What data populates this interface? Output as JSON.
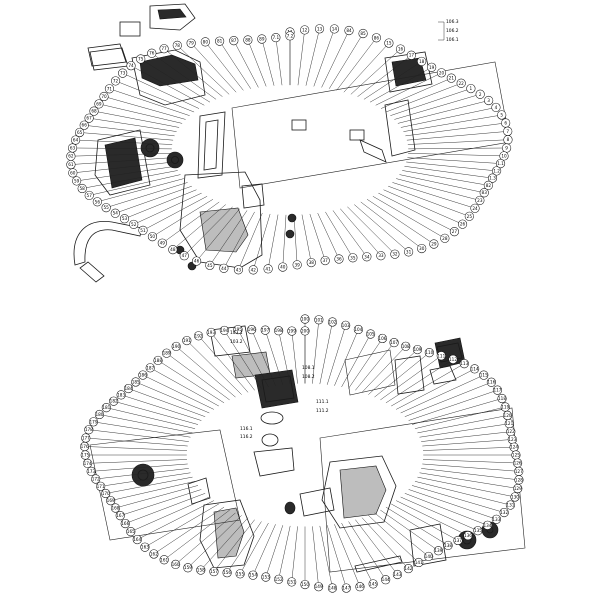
{
  "upper_callouts": [
    "11",
    "12",
    "13",
    "14",
    "84",
    "85",
    "86",
    "15",
    "16",
    "17",
    "18",
    "19",
    "20",
    "21",
    "22",
    "1",
    "2",
    "3",
    "4",
    "5",
    "6",
    "7",
    "8",
    "9",
    "10",
    "1.1",
    "1.2",
    "1.3",
    "82",
    "83",
    "23",
    "24",
    "25",
    "26",
    "27",
    "28",
    "29",
    "30",
    "31",
    "32",
    "33",
    "34",
    "35",
    "36",
    "37",
    "38",
    "39",
    "40",
    "41",
    "42",
    "43",
    "44",
    "45",
    "46",
    "47",
    "48",
    "49",
    "50",
    "51",
    "52",
    "53",
    "54",
    "55",
    "56",
    "57",
    "58",
    "59",
    "60",
    "61",
    "62",
    "63",
    "64",
    "65",
    "66",
    "67",
    "68",
    "69",
    "70",
    "71",
    "72",
    "73",
    "74",
    "75",
    "76",
    "77",
    "78",
    "79",
    "80",
    "81",
    "87",
    "88",
    "89",
    "7.1",
    "7.2"
  ],
  "lower_callouts": [
    "100",
    "101",
    "102",
    "103",
    "104",
    "105",
    "106",
    "107",
    "108",
    "109",
    "110",
    "111",
    "112",
    "113",
    "114",
    "115",
    "116",
    "117",
    "118",
    "119",
    "120",
    "121",
    "122",
    "123",
    "124",
    "125",
    "126",
    "127",
    "128",
    "129",
    "130",
    "131",
    "132",
    "133",
    "134",
    "135",
    "136",
    "137",
    "138",
    "139",
    "140",
    "141",
    "142",
    "143",
    "144",
    "145",
    "146",
    "147",
    "148",
    "149",
    "150",
    "151",
    "152",
    "153",
    "154",
    "155",
    "156",
    "157",
    "158",
    "159",
    "160",
    "161",
    "162",
    "163",
    "164",
    "165",
    "166",
    "167",
    "168",
    "169",
    "170",
    "171",
    "172",
    "173",
    "174",
    "175",
    "176",
    "177",
    "178",
    "179",
    "180",
    "181",
    "182",
    "183",
    "184",
    "185",
    "186",
    "187",
    "188",
    "189",
    "190",
    "191",
    "192",
    "193",
    "194",
    "195",
    "196",
    "197",
    "198",
    "199",
    "200"
  ],
  "bracket_labels": {
    "top_right": [
      "106.3",
      "106.2",
      "106.1"
    ],
    "mid_left": [
      "103.1",
      "103.2"
    ],
    "mid_right": [
      "108.1",
      "108.2"
    ],
    "lower_right": [
      "111.1",
      "111.2"
    ],
    "lower_left": [
      "116.1",
      "116.2"
    ]
  }
}
